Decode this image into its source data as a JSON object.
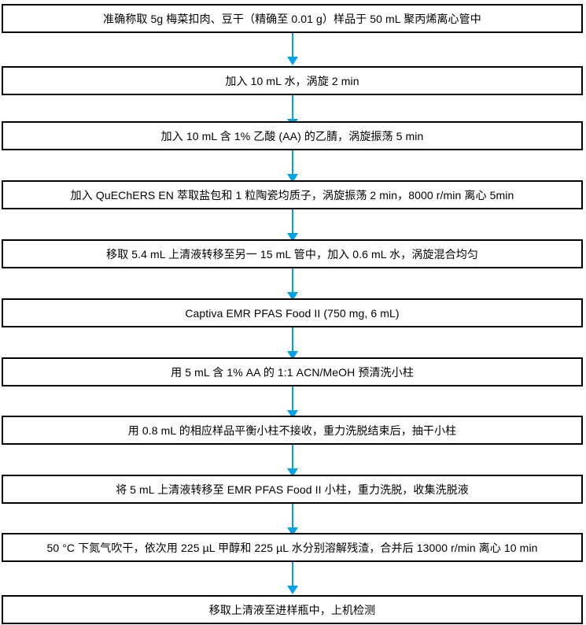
{
  "flowchart": {
    "steps": [
      "准确称取 5g 梅菜扣肉、豆干（精确至 0.01 g）样品于 50 mL 聚丙烯离心管中",
      "加入 10 mL 水，涡旋 2 min",
      "加入 10 mL 含 1% 乙酸 (AA) 的乙腈，涡旋振荡 5 min",
      "加入 QuEChERS EN 萃取盐包和 1 粒陶瓷均质子，涡旋振荡 2 min，8000 r/min 离心 5min",
      "移取 5.4 mL 上清液转移至另一 15 mL 管中，加入 0.6 mL 水，涡旋混合均匀",
      "Captiva EMR PFAS Food II (750 mg, 6 mL)",
      "用 5 mL 含 1% AA 的 1:1 ACN/MeOH 预清洗小柱",
      "用 0.8 mL 的相应样品平衡小柱不接收，重力洗脱结束后，抽干小柱",
      "将 5 mL 上清液转移至 EMR PFAS Food II 小柱，重力洗脱，收集洗脱液",
      "50 °C 下氮气吹干，依次用 225 µL 甲醇和 225 µL 水分别溶解残渣，合并后 13000 r/min 离心 10 min",
      "移取上清液至进样瓶中，上机检测"
    ],
    "box_border_color": "#000000",
    "arrow_color": "#00a2e8"
  }
}
